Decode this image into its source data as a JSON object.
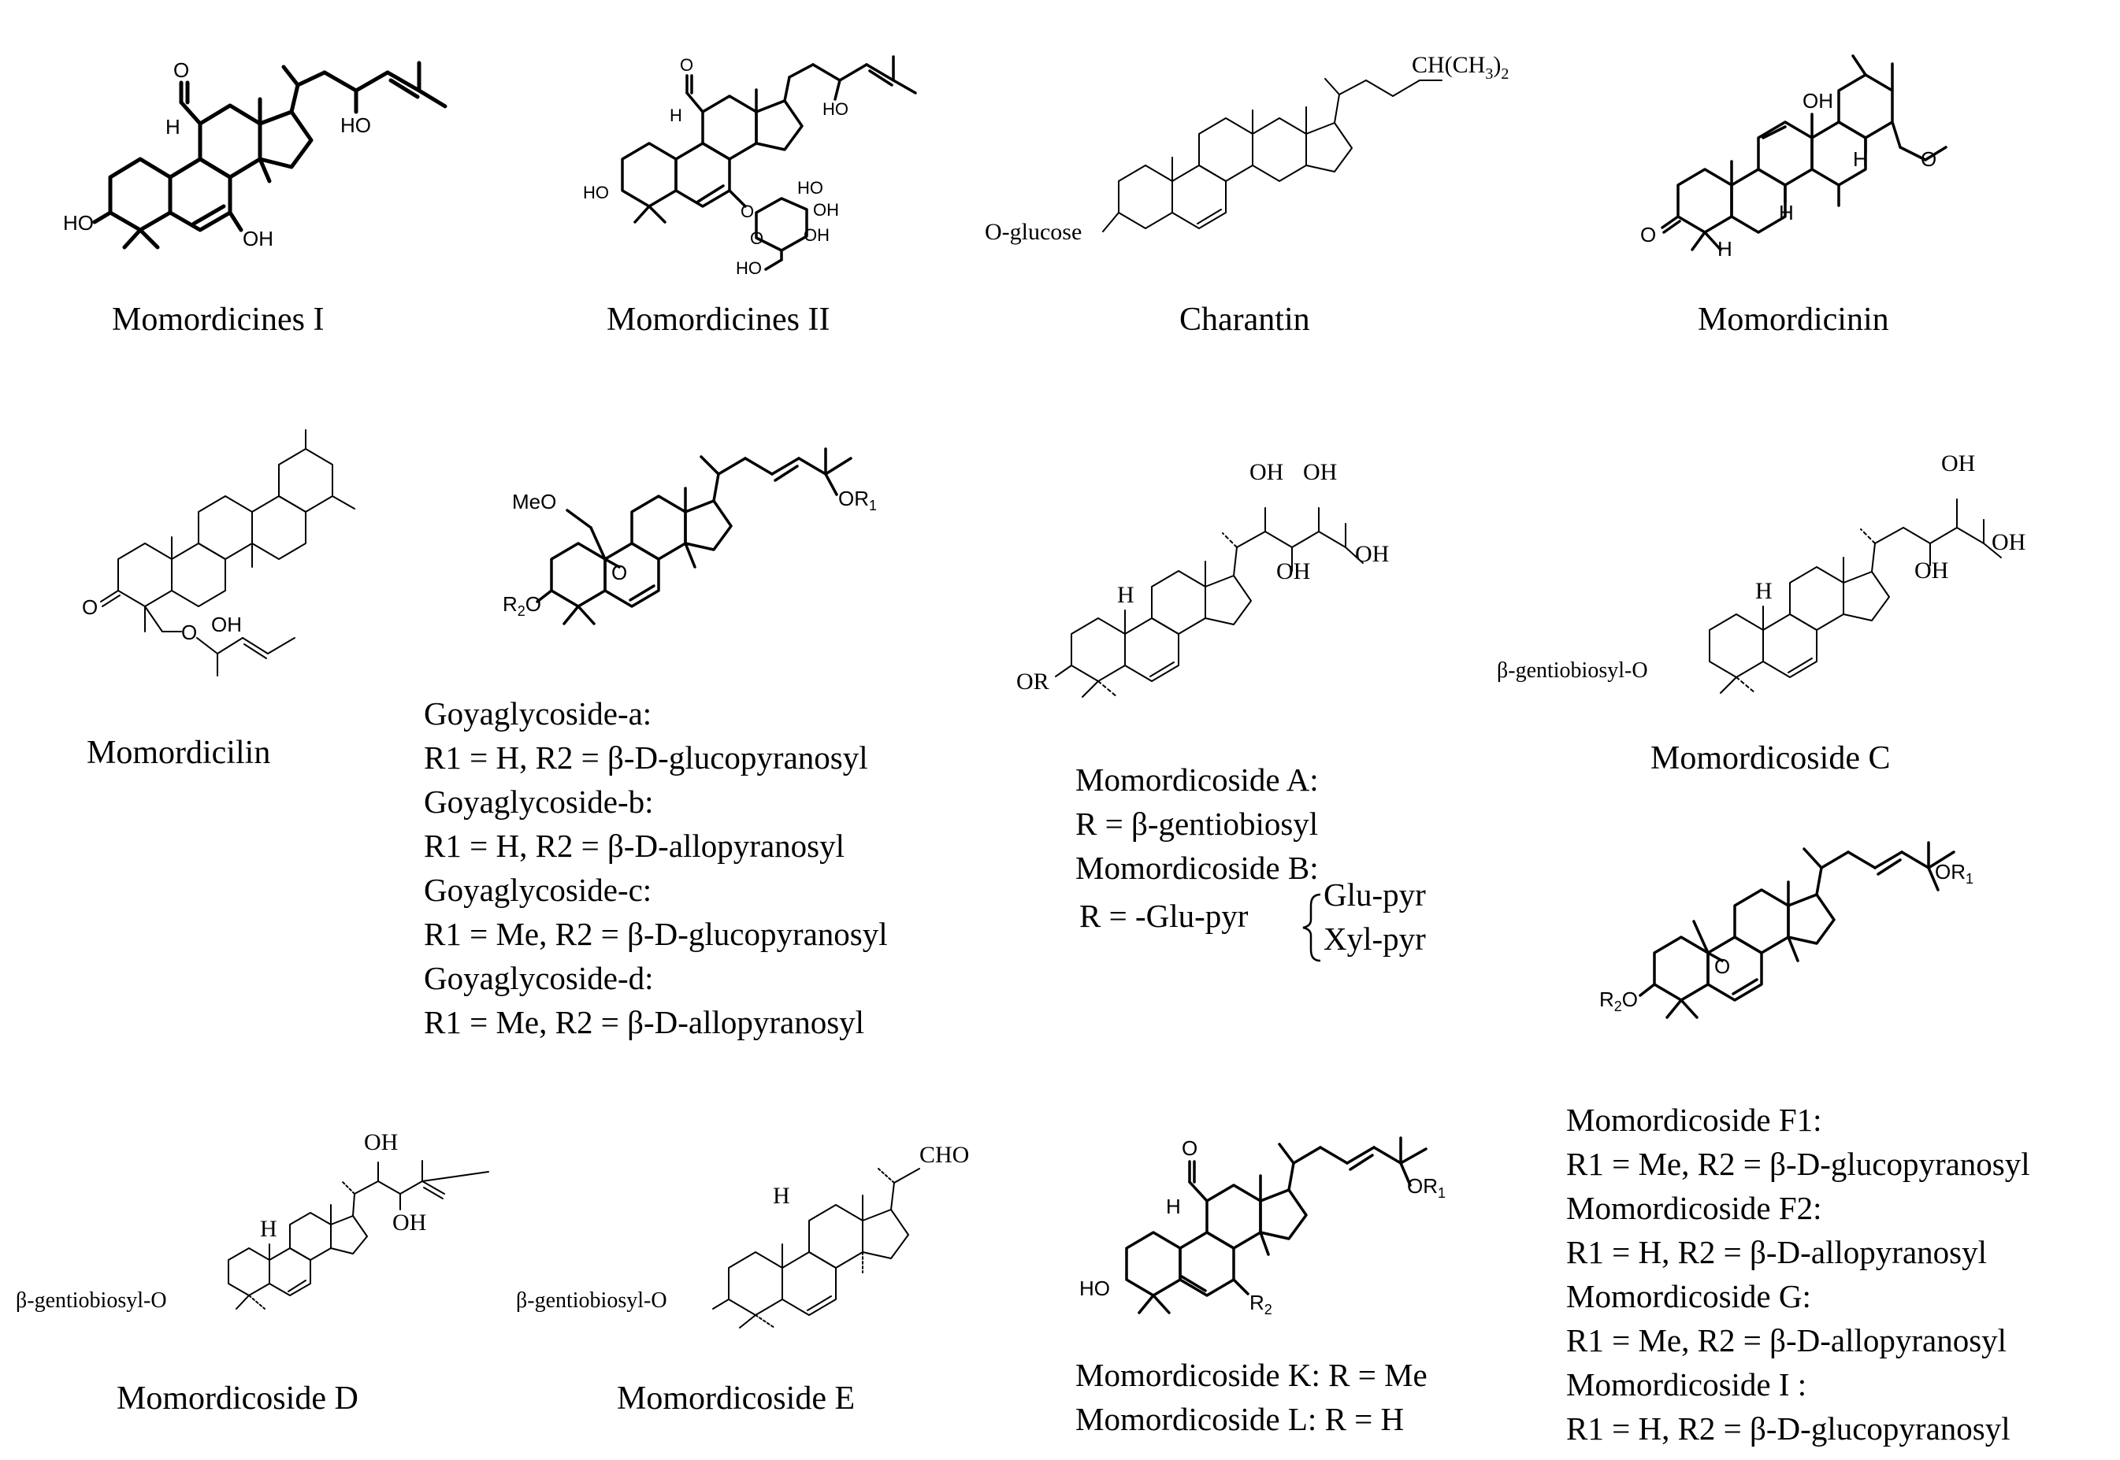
{
  "compounds": {
    "momordicines_1": {
      "name": "Momordicines I",
      "atoms": {
        "o": "O",
        "h": "H",
        "ho_a": "HO",
        "ho_b": "HO",
        "oh": "OH"
      }
    },
    "momordicines_2": {
      "name": "Momordicines II",
      "atoms": {
        "o": "O",
        "h": "H",
        "ho_a": "HO",
        "ho_b": "HO",
        "o_gly": "O",
        "o_ring": "O",
        "ho_c": "HO",
        "oh_a": "OH",
        "oh_b": "OH",
        "ho_d": "HO"
      }
    },
    "charantin": {
      "name": "Charantin",
      "atoms": {
        "sub": "O-glucose",
        "tail_main": "CH(CH",
        "tail_sub": "3",
        "tail_close": ")",
        "tail_sub2": "2"
      }
    },
    "momordicinin": {
      "name": "Momordicinin",
      "atoms": {
        "oh": "OH",
        "o": "O",
        "h_a": "H",
        "h_b": "H",
        "h_c": "H"
      }
    },
    "momordicilin": {
      "name": "Momordicilin",
      "atoms": {
        "o": "O",
        "o_ether": "O",
        "oh": "OH"
      }
    },
    "goyaglycoside": {
      "atoms": {
        "meo": "MeO",
        "o_ring": "O",
        "r2o": "R",
        "r2o_sub": "2",
        "r2o_o": "O",
        "or1": "OR",
        "or1_sub": "1"
      },
      "lines": [
        "Goyaglycoside-a:",
        "R1 = H, R2 = β-D-glucopyranosyl",
        "Goyaglycoside-b:",
        "R1 = H, R2 = β-D-allopyranosyl",
        "Goyaglycoside-c:",
        "R1 = Me, R2 = β-D-glucopyranosyl",
        "Goyaglycoside-d:",
        "R1 = Me, R2 = β-D-allopyranosyl"
      ]
    },
    "momordicoside_ab": {
      "atoms": {
        "oh_a": "OH",
        "oh_b": "OH",
        "oh_c": "OH",
        "oh_d": "OH",
        "h": "H",
        "or": "OR"
      },
      "lines": [
        "Momordicoside A:",
        "R = β-gentiobiosyl",
        "Momordicoside B:"
      ],
      "r_prefix": "R = -Glu-pyr",
      "branches": [
        "Glu-pyr",
        "Xyl-pyr"
      ]
    },
    "momordicoside_c": {
      "name": "Momordicoside C",
      "atoms": {
        "oh_a": "OH",
        "oh_b": "OH",
        "oh_c": "OH",
        "h": "H",
        "sub": "β-gentiobiosyl-O"
      }
    },
    "momordicoside_f": {
      "atoms": {
        "o_ring": "O",
        "r2o": "R",
        "r2o_sub": "2",
        "r2o_o": "O",
        "or1": "OR",
        "or1_sub": "1"
      },
      "lines": [
        "Momordicoside F1:",
        "R1 = Me, R2 = β-D-glucopyranosyl",
        "Momordicoside F2:",
        "R1 = H, R2 = β-D-allopyranosyl",
        "Momordicoside G:",
        "R1 = Me, R2 = β-D-allopyranosyl",
        "Momordicoside I :",
        "R1 = H, R2 = β-D-glucopyranosyl"
      ]
    },
    "momordicoside_d": {
      "name": "Momordicoside D",
      "atoms": {
        "oh_a": "OH",
        "oh_b": "OH",
        "h": "H",
        "sub": "β-gentiobiosyl-O"
      }
    },
    "momordicoside_e": {
      "name": "Momordicoside E",
      "atoms": {
        "cho": "CHO",
        "h": "H",
        "sub": "β-gentiobiosyl-O"
      }
    },
    "momordicoside_kl": {
      "atoms": {
        "o": "O",
        "h": "H",
        "ho": "HO",
        "r2": "R",
        "r2_sub": "2",
        "or1": "OR",
        "or1_sub": "1"
      },
      "lines": [
        "Momordicoside K: R = Me",
        "Momordicoside L: R = H"
      ]
    }
  }
}
